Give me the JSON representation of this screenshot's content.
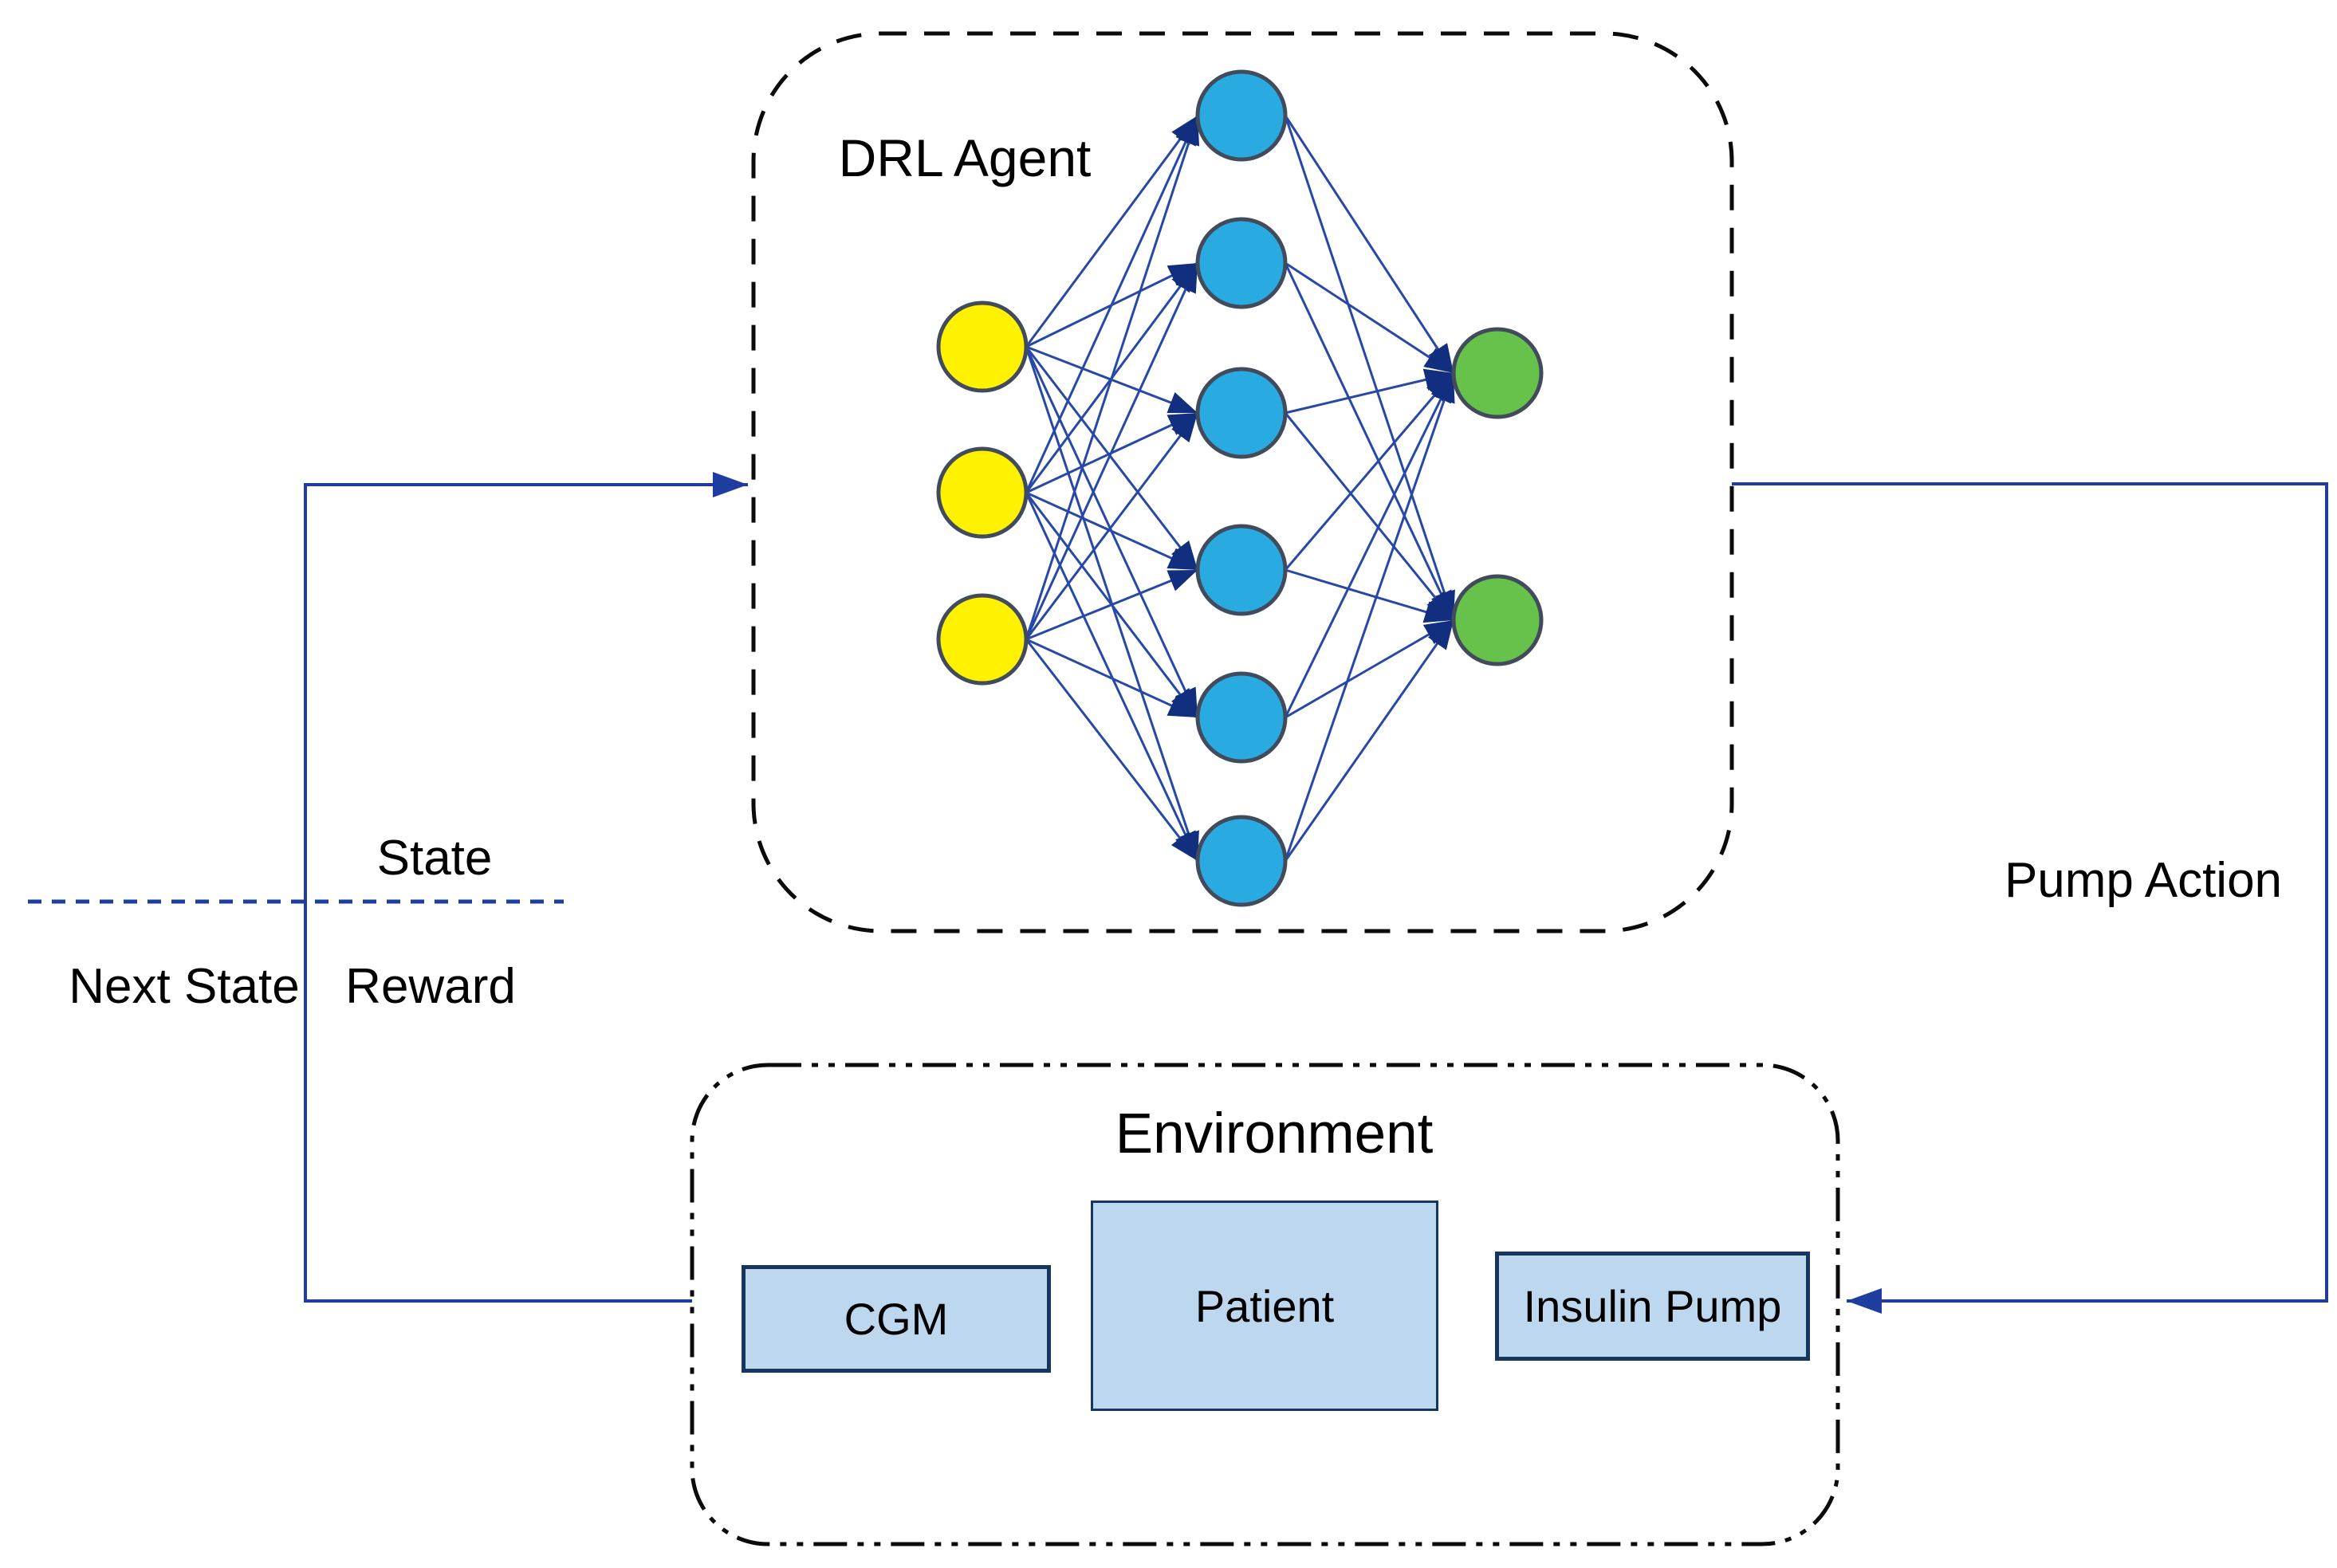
{
  "agent": {
    "label": "DRL Agent"
  },
  "environment": {
    "title": "Environment",
    "components": [
      {
        "label": "CGM"
      },
      {
        "label": "Patient"
      },
      {
        "label": "Insulin Pump"
      }
    ]
  },
  "signals": {
    "state": "State",
    "next_state": "Next State",
    "reward": "Reward",
    "pump_action": "Pump Action"
  },
  "network": {
    "type": "feedforward 3-6-2, fully connected, arrows left-to-right",
    "layers": [
      {
        "name": "input",
        "count": 3,
        "color": "#FFF200"
      },
      {
        "name": "hidden",
        "count": 6,
        "color": "#29ABE2"
      },
      {
        "name": "output",
        "count": 2,
        "color": "#66C24A"
      }
    ],
    "node_outline_color": "#414B5C",
    "edge_color": "#2748A6",
    "arrowhead_color": "#122E7E"
  },
  "colors": {
    "connector": "#1E3D9E",
    "frame": "#0B0B0B",
    "component_fill": "#BDD7EE",
    "component_border": "#17365D",
    "background": "#FFFFFF"
  }
}
